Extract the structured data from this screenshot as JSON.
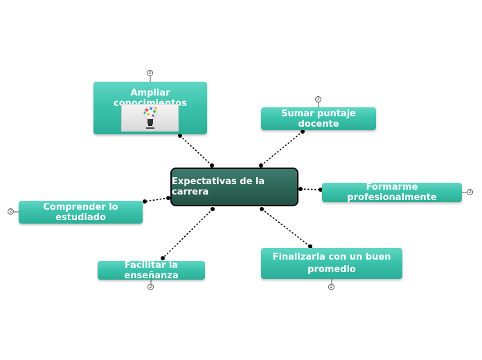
{
  "center": {
    "label": "Expectativas de la carrera"
  },
  "nodes": [
    {
      "id": "ampliar",
      "label": "Ampliar conocimientos",
      "badge": "2"
    },
    {
      "id": "sumar",
      "label": "Sumar puntaje docente",
      "badge": "2"
    },
    {
      "id": "formarme",
      "label": "Formarme profesionalmente",
      "badge": "2"
    },
    {
      "id": "finalizarla",
      "label": "Finalizarla con un buen promedio",
      "badge": "2"
    },
    {
      "id": "facilitar",
      "label": "Facilitar la enseñanza",
      "badge": "2"
    },
    {
      "id": "comprender",
      "label": "Comprender lo estudiado",
      "badge": "2"
    }
  ],
  "image": {
    "icon": "lightbulb-icon"
  },
  "colors": {
    "topic": "#3cc3ad",
    "central": "#2d6557",
    "connector": "#000000"
  }
}
